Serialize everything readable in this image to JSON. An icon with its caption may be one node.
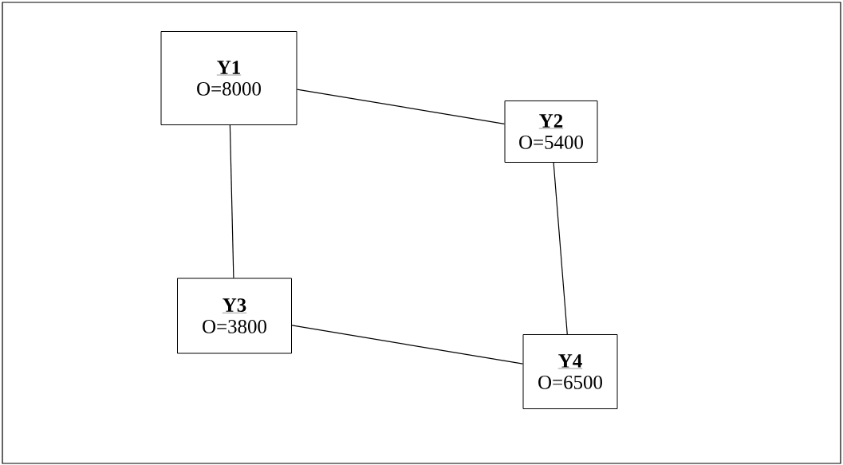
{
  "diagram": {
    "nodes": [
      {
        "text": [
          "Y1",
          "O=8000"
        ]
      },
      {
        "text": [
          "Y2",
          "O=5400"
        ]
      },
      {
        "text": [
          "Y3",
          "O=3800"
        ]
      },
      {
        "text": [
          "Y4",
          "O=6500"
        ]
      }
    ],
    "edges": [
      {
        "from": 0,
        "to": 1,
        "arrow": "none"
      },
      {
        "from": 0,
        "to": 2,
        "arrow": "none"
      },
      {
        "from": 1,
        "to": 3,
        "arrow": "none"
      },
      {
        "from": 2,
        "to": 3,
        "arrow": "none"
      }
    ]
  }
}
